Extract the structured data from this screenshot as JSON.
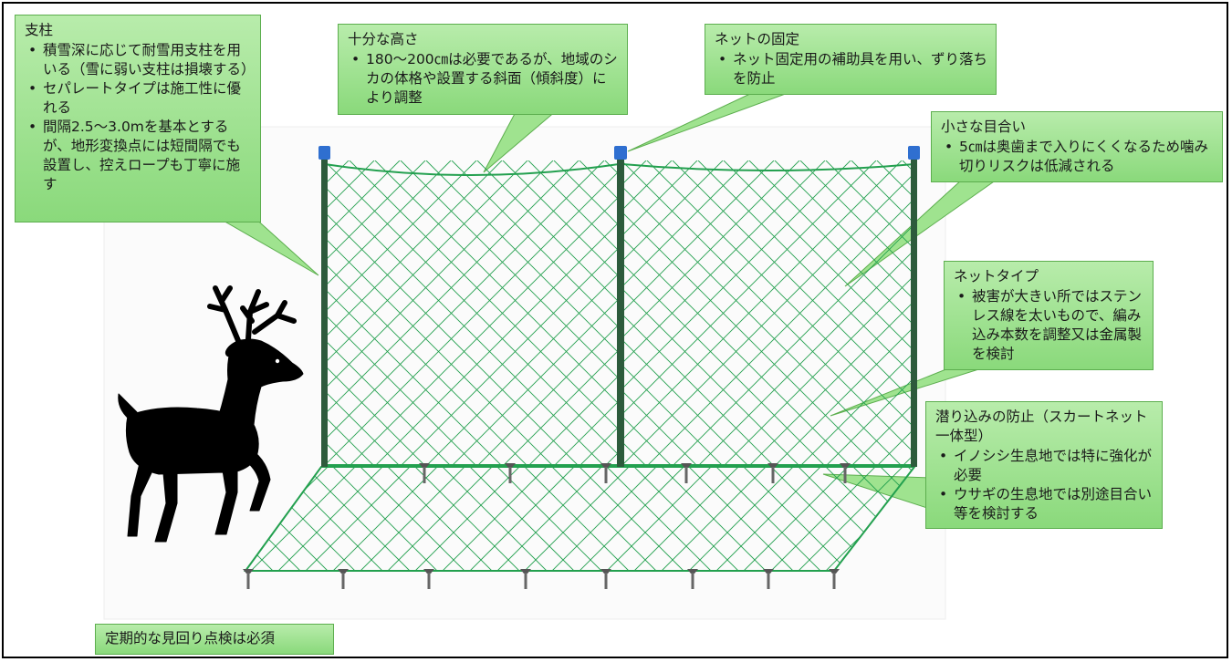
{
  "callouts": {
    "post": {
      "title": "支柱",
      "items": [
        "積雪深に応じて耐雪用支柱を用いる（雪に弱い支柱は損壊する）",
        "セパレートタイプは施工性に優れる",
        "間隔2.5～3.0mを基本とするが、地形変換点には短間隔でも設置し、控えロープも丁寧に施す"
      ]
    },
    "height": {
      "title": "十分な高さ",
      "items": [
        "180～200㎝は必要であるが、地域のシカの体格や設置する斜面（傾斜度）により調整"
      ]
    },
    "fixing": {
      "title": "ネットの固定",
      "items": [
        "ネット固定用の補助具を用い、ずり落ちを防止"
      ]
    },
    "mesh": {
      "title": "小さな目合い",
      "items": [
        "5㎝は奥歯まで入りにくくなるため噛み切りリスクは低減される"
      ]
    },
    "nettype": {
      "title": "ネットタイプ",
      "items": [
        "被害が大きい所ではステンレス線を太いもので、編み込み本数を調整又は金属製を検討"
      ]
    },
    "skirt": {
      "title": "潜り込みの防止（スカートネット一体型）",
      "items": [
        "イノシシ生息地では特に強化が必要",
        "ウサギの生息地では別途目合い等を検討する"
      ]
    },
    "patrol": {
      "title": "定期的な見回り点検は必須"
    }
  },
  "colors": {
    "net": "#23a04f",
    "post": "#2d5b3c",
    "post_cap": "#2f6fd0",
    "callout_fill": "#9fe38f",
    "callout_border": "#5cae4e",
    "deer": "#000000"
  },
  "icons": {
    "deer": "deer-silhouette-icon",
    "anchor": "ground-peg-icon"
  }
}
